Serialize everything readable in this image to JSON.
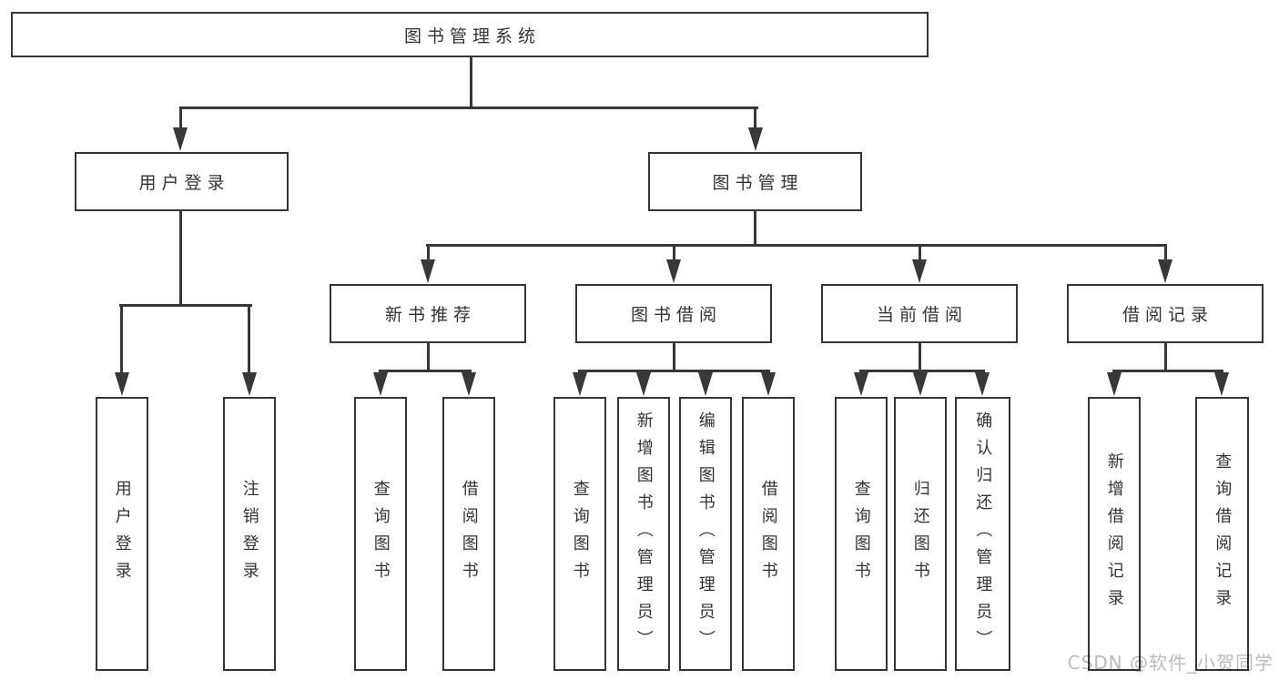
{
  "diagram": {
    "type": "tree",
    "title": "图书管理系统",
    "branches": [
      {
        "label": "用户登录",
        "children": [
          {
            "label": "用户登录"
          },
          {
            "label": "注销登录"
          }
        ]
      },
      {
        "label": "图书管理",
        "children": [
          {
            "label": "新书推荐",
            "children": [
              {
                "label": "查询图书"
              },
              {
                "label": "借阅图书"
              }
            ]
          },
          {
            "label": "图书借阅",
            "children": [
              {
                "label": "查询图书"
              },
              {
                "label": "新增图书（管理员）"
              },
              {
                "label": "编辑图书（管理员）"
              },
              {
                "label": "借阅图书"
              }
            ]
          },
          {
            "label": "当前借阅",
            "children": [
              {
                "label": "查询图书"
              },
              {
                "label": "归还图书"
              },
              {
                "label": "确认归还（管理员）"
              }
            ]
          },
          {
            "label": "借阅记录",
            "children": [
              {
                "label": "新增借阅记录"
              },
              {
                "label": "查询借阅记录"
              }
            ]
          }
        ]
      }
    ]
  },
  "watermark": "CSDN @软件_小贺同学",
  "colors": {
    "line": "#383838",
    "box_border": "#353535",
    "text": "#333333",
    "background": "#ffffff",
    "watermark": "#bcbcbc"
  }
}
